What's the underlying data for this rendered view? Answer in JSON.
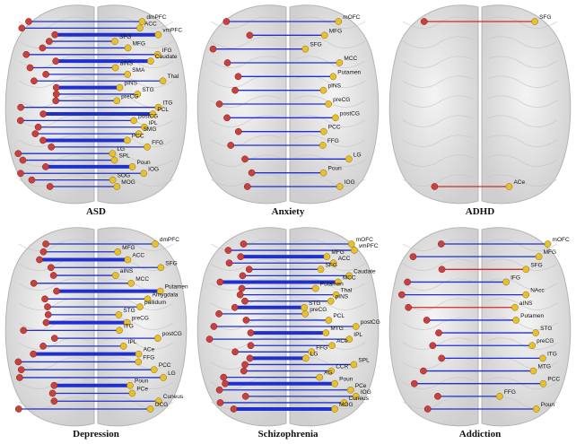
{
  "colors": {
    "edge_blue": "#1f2fd0",
    "edge_red": "#d42a2a",
    "node_yellow": "#e8c02e",
    "node_red": "#c9413e",
    "brain_fill": "#e6e6e6",
    "brain_stroke": "#b4b4b4"
  },
  "panels": [
    {
      "title": "ASD",
      "edge_color": "blue",
      "labels": [
        "dmPFC",
        "ACC",
        "vmPFC",
        "SFG",
        "MFG",
        "IFG",
        "Caudate",
        "aINS",
        "SMA",
        "Thal",
        "pINS",
        "STG",
        "preCG",
        "ITG",
        "PCL",
        "postCG",
        "IPL",
        "SMG",
        "PCC",
        "FFG",
        "LG",
        "SPL",
        "Poun",
        "IOG",
        "SOG",
        "MOG"
      ],
      "edge_count": 26
    },
    {
      "title": "Anxiety",
      "edge_color": "blue",
      "labels": [
        "mOFC",
        "MFG",
        "SFG",
        "MCC",
        "Putamen",
        "pINS",
        "preCG",
        "postCG",
        "PCC",
        "FFG",
        "LG",
        "Poun",
        "IOG"
      ],
      "edge_count": 13
    },
    {
      "title": "ADHD",
      "edge_color": "red",
      "labels": [
        "SFG",
        "ACe"
      ],
      "edge_count": 2
    },
    {
      "title": "Depression",
      "edge_color": "blue",
      "labels": [
        "dmPFC",
        "MFG",
        "ACC",
        "SFG",
        "aINS",
        "MCC",
        "Putamen",
        "Amygdala",
        "pallidum",
        "STG",
        "preCG",
        "ITG",
        "postCG",
        "IPL",
        "ACe",
        "FFG",
        "PCC",
        "LG",
        "Poun",
        "PCe",
        "Cuneus",
        "OCG"
      ],
      "edge_count": 22
    },
    {
      "title": "Schizophrenia",
      "edge_color": "blue",
      "labels": [
        "mOFC",
        "vmPFC",
        "MFG",
        "ACC",
        "SFG",
        "Caudate",
        "MCC",
        "Putamen",
        "Thal",
        "pINS",
        "STG",
        "preCG",
        "PCL",
        "postCG",
        "MTG",
        "IPL",
        "ACe",
        "FFG",
        "LG",
        "SPL",
        "CCR",
        "AG",
        "Poun",
        "PCe",
        "IOG",
        "Cuneus",
        "MOG"
      ],
      "edge_count": 27
    },
    {
      "title": "Addiction",
      "edge_color": "mixed",
      "labels": [
        "mOFC",
        "MFG",
        "SFG",
        "IFG",
        "NAcc",
        "aINS",
        "Putamen",
        "STG",
        "preCG",
        "ITG",
        "MTG",
        "PCC",
        "FFG",
        "Poun"
      ],
      "edge_count": 14
    }
  ]
}
